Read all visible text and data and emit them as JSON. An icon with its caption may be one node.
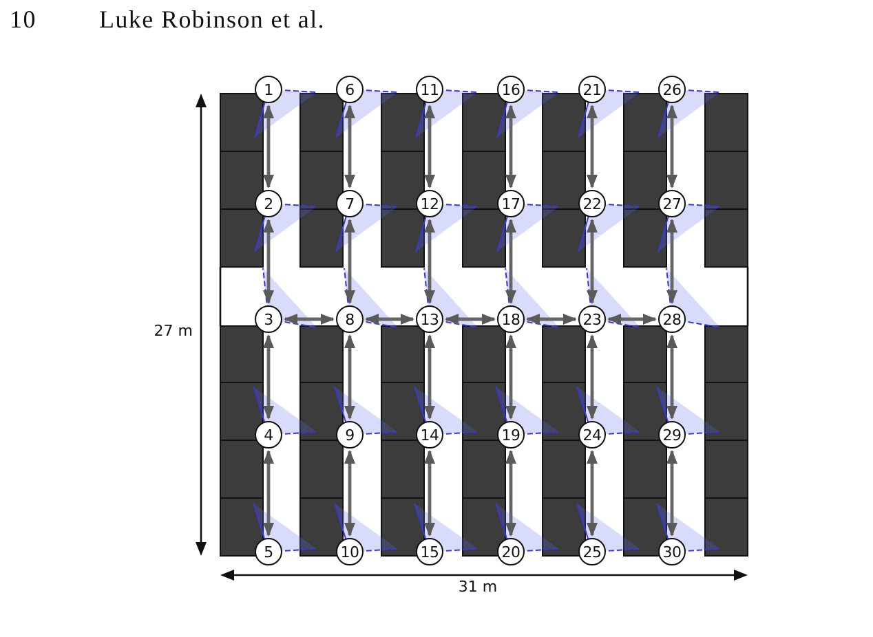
{
  "diagram": {
    "nodes": [
      {
        "text": [
          "1"
        ]
      },
      {
        "text": [
          "2"
        ]
      },
      {
        "text": [
          "3"
        ]
      },
      {
        "text": [
          "4"
        ]
      },
      {
        "text": [
          "5"
        ]
      },
      {
        "text": [
          "6"
        ]
      },
      {
        "text": [
          "7"
        ]
      },
      {
        "text": [
          "8"
        ]
      },
      {
        "text": [
          "9"
        ]
      },
      {
        "text": [
          "10"
        ]
      },
      {
        "text": [
          "11"
        ]
      },
      {
        "text": [
          "12"
        ]
      },
      {
        "text": [
          "13"
        ]
      },
      {
        "text": [
          "14"
        ]
      },
      {
        "text": [
          "15"
        ]
      },
      {
        "text": [
          "16"
        ]
      },
      {
        "text": [
          "17"
        ]
      },
      {
        "text": [
          "18"
        ]
      },
      {
        "text": [
          "19"
        ]
      },
      {
        "text": [
          "20"
        ]
      },
      {
        "text": [
          "21"
        ]
      },
      {
        "text": [
          "22"
        ]
      },
      {
        "text": [
          "23"
        ]
      },
      {
        "text": [
          "24"
        ]
      },
      {
        "text": [
          "25"
        ]
      },
      {
        "text": [
          "26"
        ]
      },
      {
        "text": [
          "27"
        ]
      },
      {
        "text": [
          "28"
        ]
      },
      {
        "text": [
          "29"
        ]
      },
      {
        "text": [
          "30"
        ]
      }
    ],
    "edges": [
      {
        "from": 0,
        "to": 1,
        "arrow": "both"
      },
      {
        "from": 1,
        "to": 2,
        "arrow": "both"
      },
      {
        "from": 2,
        "to": 3,
        "arrow": "both"
      },
      {
        "from": 3,
        "to": 4,
        "arrow": "both"
      },
      {
        "from": 5,
        "to": 6,
        "arrow": "both"
      },
      {
        "from": 6,
        "to": 7,
        "arrow": "both"
      },
      {
        "from": 7,
        "to": 8,
        "arrow": "both"
      },
      {
        "from": 8,
        "to": 9,
        "arrow": "both"
      },
      {
        "from": 10,
        "to": 11,
        "arrow": "both"
      },
      {
        "from": 11,
        "to": 12,
        "arrow": "both"
      },
      {
        "from": 12,
        "to": 13,
        "arrow": "both"
      },
      {
        "from": 13,
        "to": 14,
        "arrow": "both"
      },
      {
        "from": 15,
        "to": 16,
        "arrow": "both"
      },
      {
        "from": 16,
        "to": 17,
        "arrow": "both"
      },
      {
        "from": 17,
        "to": 18,
        "arrow": "both"
      },
      {
        "from": 18,
        "to": 19,
        "arrow": "both"
      },
      {
        "from": 20,
        "to": 21,
        "arrow": "both"
      },
      {
        "from": 21,
        "to": 22,
        "arrow": "both"
      },
      {
        "from": 22,
        "to": 23,
        "arrow": "both"
      },
      {
        "from": 23,
        "to": 24,
        "arrow": "both"
      },
      {
        "from": 25,
        "to": 26,
        "arrow": "both"
      },
      {
        "from": 26,
        "to": 27,
        "arrow": "both"
      },
      {
        "from": 27,
        "to": 28,
        "arrow": "both"
      },
      {
        "from": 28,
        "to": 29,
        "arrow": "both"
      },
      {
        "from": 2,
        "to": 7,
        "arrow": "both"
      },
      {
        "from": 7,
        "to": 12,
        "arrow": "both"
      },
      {
        "from": 12,
        "to": 17,
        "arrow": "both"
      },
      {
        "from": 17,
        "to": 22,
        "arrow": "both"
      },
      {
        "from": 22,
        "to": 27,
        "arrow": "both"
      }
    ],
    "labels": [
      "10",
      "Luke Robinson et al.",
      "27 m",
      "31 m"
    ]
  }
}
